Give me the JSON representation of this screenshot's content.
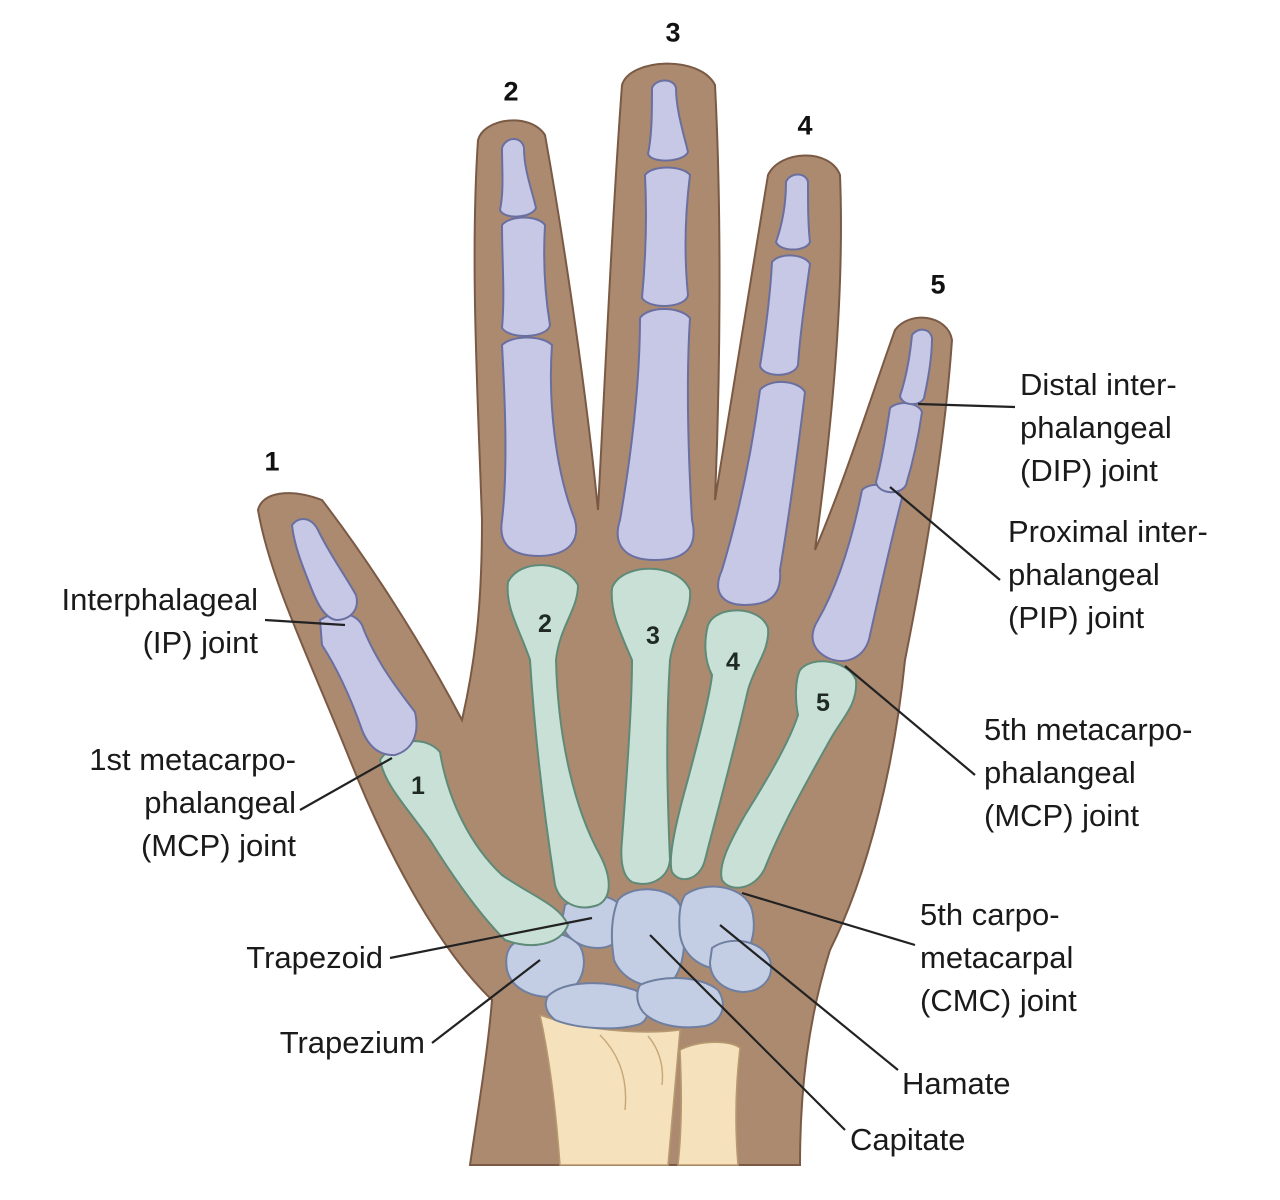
{
  "digits": [
    "1",
    "2",
    "3",
    "4",
    "5"
  ],
  "metacarpal_numbers": [
    "1",
    "2",
    "3",
    "4",
    "5"
  ],
  "labels": {
    "ip_joint": "Interphalageal\n(IP) joint",
    "mcp1_joint": "1st metacarpo-\nphalangeal\n(MCP) joint",
    "trapezoid": "Trapezoid",
    "trapezium": "Trapezium",
    "dip_joint": "Distal inter-\nphalangeal\n(DIP) joint",
    "pip_joint": "Proximal inter-\nphalangeal\n(PIP) joint",
    "mcp5_joint": "5th metacarpo-\nphalangeal\n(MCP) joint",
    "cmc5_joint": "5th carpo-\nmetacarpal\n(CMC) joint",
    "hamate": "Hamate",
    "capitate": "Capitate"
  },
  "colors": {
    "skin": "#ab8a70",
    "skin_outline": "#7a5a45",
    "phalanx": "#c6c8e6",
    "metacarpal": "#c8e0d6",
    "carpal": "#c3cde4",
    "forearm": "#f5e2bd",
    "leader": "#222222"
  }
}
